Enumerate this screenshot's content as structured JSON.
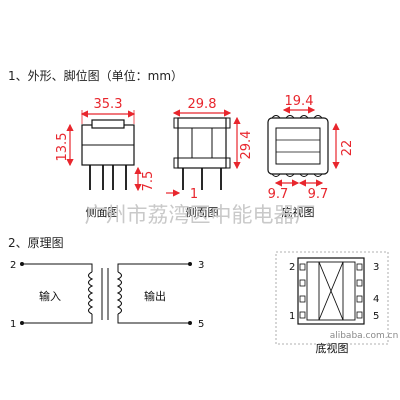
{
  "section1": {
    "heading": "1、外形、脚位图（单位：mm）"
  },
  "views": {
    "front": {
      "width": "35.3",
      "height": "13.5",
      "pin_length": "7.5"
    },
    "side": {
      "width": "29.8",
      "height": "29.4",
      "pin_gap": "1",
      "label": "侧面图"
    },
    "side_extra": {
      "label": "侧面图"
    },
    "bottom": {
      "top_width": "19.4",
      "height": "22",
      "pitch_left": "9.7",
      "pitch_right": "9.7",
      "label": "底视图"
    }
  },
  "watermark": {
    "text": "广州市荔湾区中能电器厂"
  },
  "section2": {
    "heading": "2、原理图"
  },
  "schematic": {
    "pins_left": [
      "2",
      "1"
    ],
    "pins_right": [
      "3",
      "5"
    ],
    "input_label": "输入",
    "output_label": "输出"
  },
  "pinout": {
    "left": [
      "2",
      "",
      "",
      "1"
    ],
    "right": [
      "3",
      "",
      "4",
      "5"
    ],
    "label": "底视图",
    "site": "alibaba.com.cn"
  },
  "colors": {
    "dimension": "#e8262d",
    "line": "#111111",
    "watermark": "#c9c9c9"
  }
}
